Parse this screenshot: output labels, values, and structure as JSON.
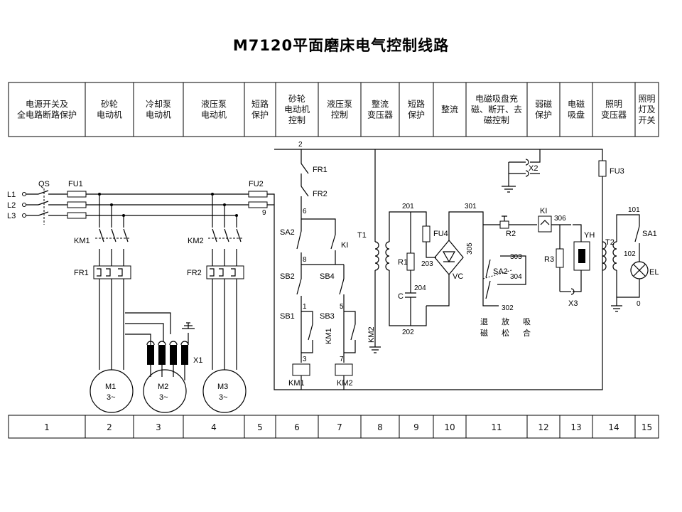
{
  "title": "M7120平面磨床电气控制线路",
  "header_cells": [
    [
      "电源开关及",
      "全电路断路保护"
    ],
    [
      "砂轮",
      "电动机"
    ],
    [
      "冷却泵",
      "电动机"
    ],
    [
      "液压泵",
      "电动机"
    ],
    [
      "短路",
      "保护"
    ],
    [
      "砂轮",
      "电动机",
      "控制"
    ],
    [
      "液压泵",
      "控制"
    ],
    [
      "整流",
      "变压器"
    ],
    [
      "短路",
      "保护"
    ],
    [
      "整流"
    ],
    [
      "电磁吸盘充",
      "磁、断开、去",
      "磁控制"
    ],
    [
      "弱磁",
      "保护"
    ],
    [
      "电磁",
      "吸盘"
    ],
    [
      "照明",
      "变压器"
    ],
    [
      "照明",
      "灯及",
      "开关"
    ]
  ],
  "footer_cells": [
    "1",
    "2",
    "3",
    "4",
    "5",
    "6",
    "7",
    "8",
    "9",
    "10",
    "11",
    "12",
    "13",
    "14",
    "15"
  ],
  "labels": {
    "L1": "L1",
    "L2": "L2",
    "L3": "L3",
    "QS": "QS",
    "FU1": "FU1",
    "FU2": "FU2",
    "FU3": "FU3",
    "FU4": "FU4",
    "KM1": "KM1",
    "KM2": "KM2",
    "FR1": "FR1",
    "FR2": "FR2",
    "M1": "M1",
    "M2": "M2",
    "M3": "M3",
    "three": "3~",
    "X1": "X1",
    "X2": "X2",
    "X3": "X3",
    "SA1": "SA1",
    "SA2": "SA2",
    "SB1": "SB1",
    "SB2": "SB2",
    "SB3": "SB3",
    "SB4": "SB4",
    "KI": "KI",
    "T1": "T1",
    "T2": "T2",
    "R1": "R1",
    "R2": "R2",
    "R3": "R3",
    "C": "C",
    "VC": "VC",
    "YH": "YH",
    "EL": "EL"
  },
  "node_numbers": {
    "n2": "2",
    "n9": "9",
    "n6": "6",
    "n8": "8",
    "n1": "1",
    "n3": "3",
    "n5": "5",
    "n7": "7",
    "n201": "201",
    "n301": "301",
    "n203": "203",
    "n204": "204",
    "n202": "202",
    "n305": "305",
    "n303": "303",
    "n304": "304",
    "n302": "302",
    "n306": "306",
    "n101": "101",
    "n102": "102",
    "n0": "0"
  },
  "mode_labels": {
    "tuici": "退",
    "fang": "放",
    "xi": "吸",
    "ci": "磁",
    "song": "松",
    "he": "合"
  }
}
